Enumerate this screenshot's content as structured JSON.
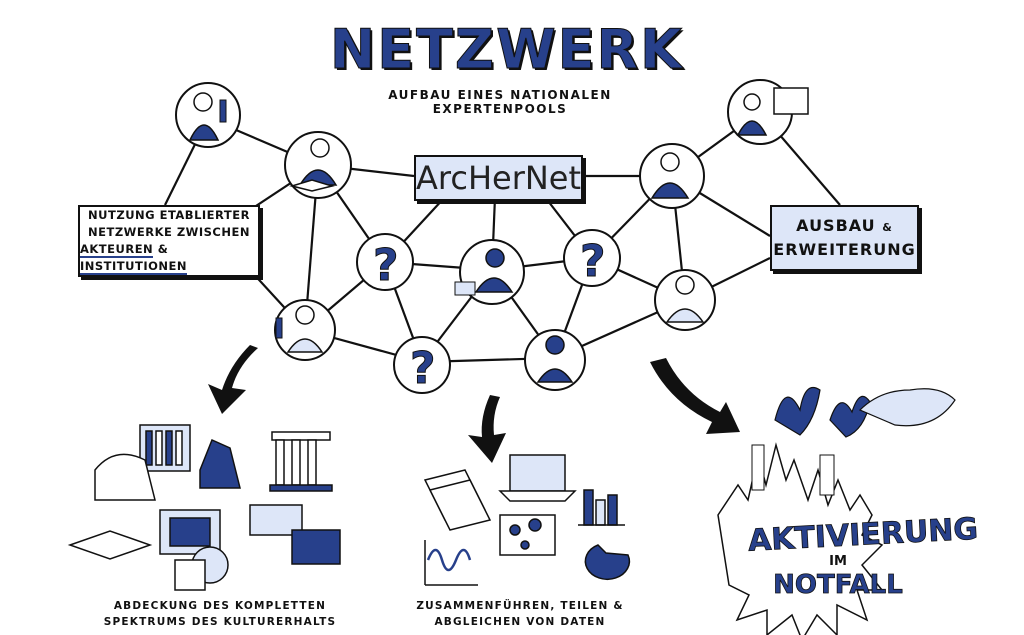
{
  "header": {
    "title": "NETZWERK",
    "subtitle": "AUFBAU EINES NATIONALEN EXPERTENPOOLS"
  },
  "center": {
    "label": "ArcHerNet"
  },
  "left_box": {
    "line1": "NUTZUNG ETABLIERTER",
    "line2": "NETZWERKE ZWISCHEN",
    "line3a": "AKTEUREN",
    "amp": "&",
    "line3b": "INSTITUTIONEN"
  },
  "right_box": {
    "line1": "AUSBAU",
    "amp": "&",
    "line2": "ERWEITERUNG"
  },
  "captions": {
    "left_line1": "ABDECKUNG DES KOMPLETTEN",
    "left_line2": "SPEKTRUMS DES KULTURERHALTS",
    "middle_line1": "ZUSAMMENFÜHREN, TEILEN &",
    "middle_line2": "ABGLEICHEN VON DATEN"
  },
  "emergency": {
    "line1": "AKTIVIERUNG",
    "line2": "IM",
    "line3": "NOTFALL"
  },
  "nodes": {
    "question_mark": "?"
  },
  "colors": {
    "accent": "#27408b",
    "light_accent": "#dde6f8",
    "ink": "#111111"
  }
}
